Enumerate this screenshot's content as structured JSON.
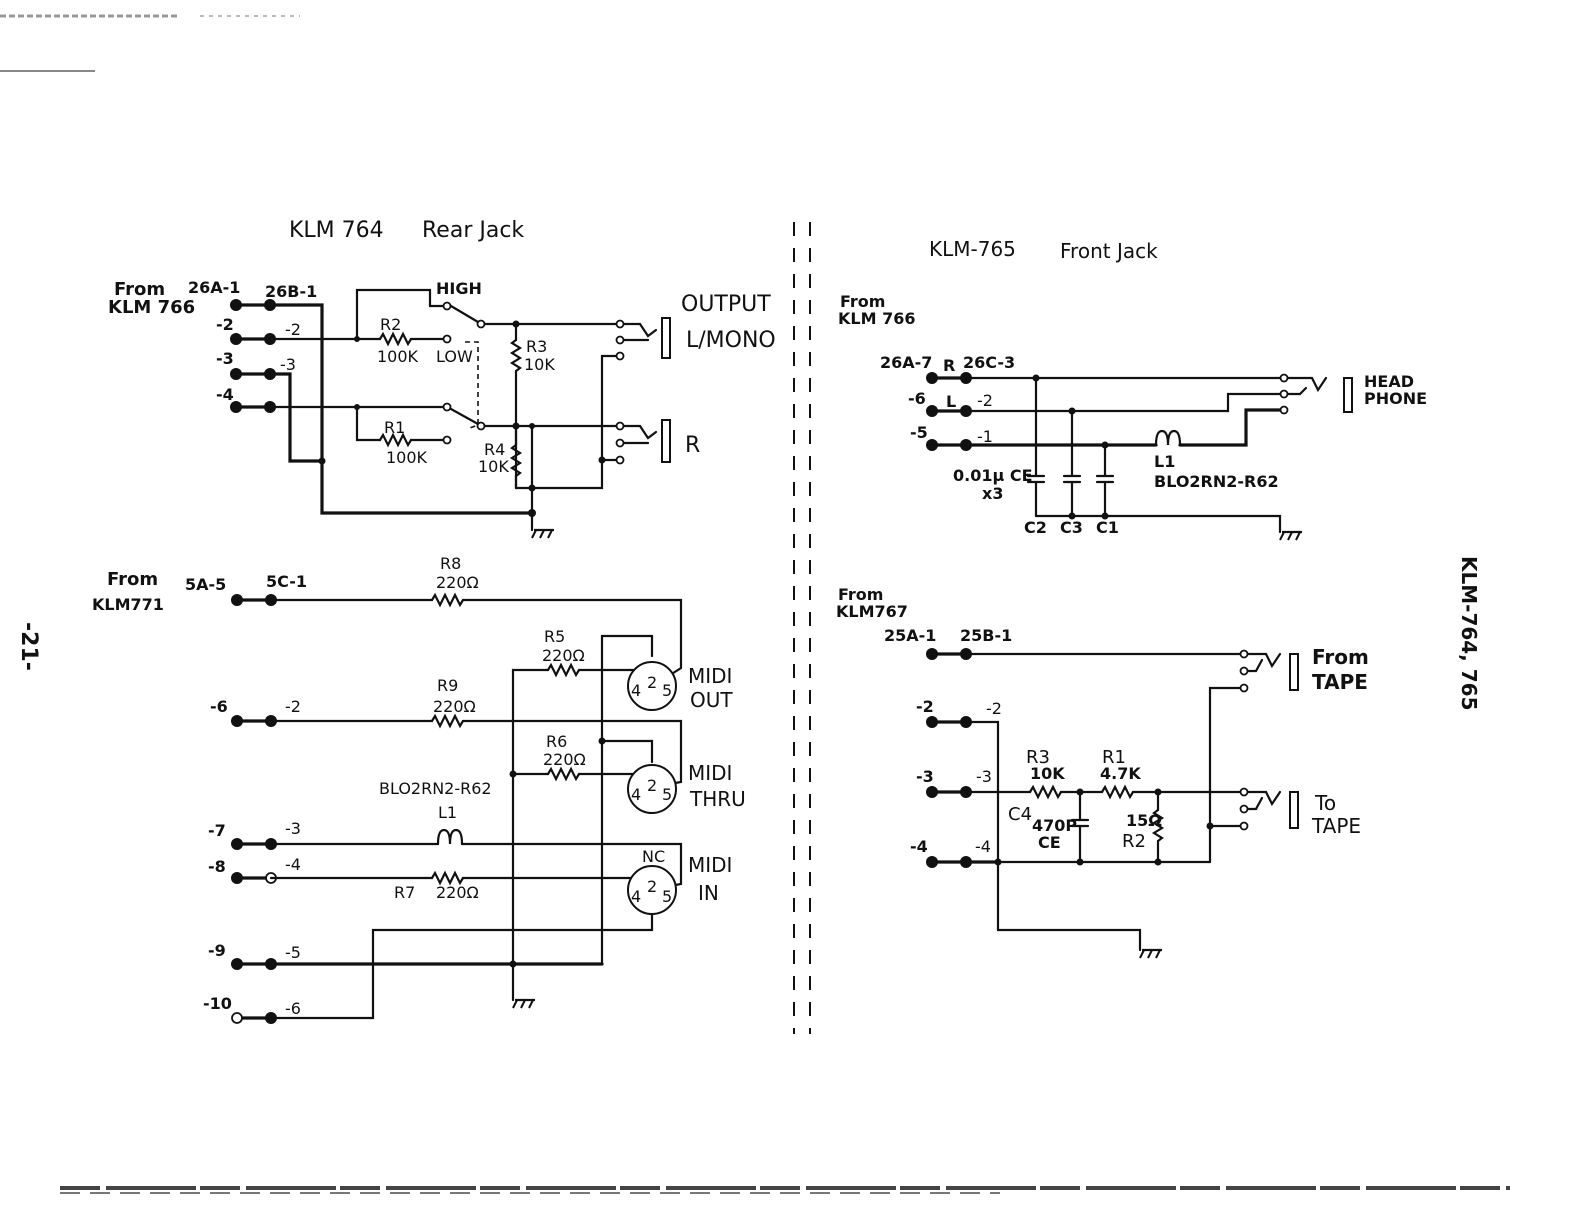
{
  "page_number": "-21-",
  "side_title": "KLM-764, 765",
  "rear": {
    "title_board": "KLM 764",
    "title_name": "Rear Jack",
    "from1": "From",
    "from1_src": "KLM 766",
    "c26a1": "26A-1",
    "c26b1": "26B-1",
    "pin_l2": "-2",
    "pin_r2": "-2",
    "pin_l3": "-3",
    "pin_r3": "-3",
    "pin_l4": "-4",
    "sw_high": "HIGH",
    "sw_low": "LOW",
    "r2": "R2",
    "r2_val": "100K",
    "r1": "R1",
    "r1_val": "100K",
    "r3": "R3",
    "r3_val": "10K",
    "r4": "R4",
    "r4_val": "10K",
    "output_label": "OUTPUT",
    "lmono_label": "L/MONO",
    "r_label": "R",
    "from2": "From",
    "from2_src": "KLM771",
    "c5a5": "5A-5",
    "c5c1": "5C-1",
    "r8": "R8",
    "r8_val": "220Ω",
    "r5": "R5",
    "r5_val": "220Ω",
    "r9": "R9",
    "r9_val": "220Ω",
    "r6": "R6",
    "r6_val": "220Ω",
    "r7": "R7",
    "r7_val": "220Ω",
    "l1_part": "BLO2RN2-R62",
    "l1": "L1",
    "pin_l6": "-6",
    "pin_r6a": "-2",
    "pin_l7": "-7",
    "pin_r7": "-3",
    "pin_l8": "-8",
    "pin_r8": "-4",
    "pin_l9": "-9",
    "pin_r9": "-5",
    "pin_l10": "-10",
    "pin_r10": "-6",
    "midi_out_1": "MIDI",
    "midi_out_2": "OUT",
    "midi_thru_1": "MIDI",
    "midi_thru_2": "THRU",
    "midi_in_1": "MIDI",
    "midi_in_2": "IN",
    "nc": "NC",
    "din_4": "4",
    "din_2": "2",
    "din_5": "5"
  },
  "front": {
    "title_board": "KLM-765",
    "title_name": "Front Jack",
    "from1": "From",
    "from1_src": "KLM 766",
    "c26a7": "26A-7",
    "r_mark": "R",
    "c26c3": "26C-3",
    "pin_l6": "-6",
    "l_mark": "L",
    "pin_r2": "-2",
    "pin_l5": "-5",
    "pin_r1": "-1",
    "cap_val": "0.01μ CE",
    "cap_mult": "x3",
    "c2": "C2",
    "c3": "C3",
    "c1": "C1",
    "l1": "L1",
    "l1_part": "BLO2RN2-R62",
    "head_1": "HEAD",
    "head_2": "PHONE",
    "from2": "From",
    "from2_src": "KLM767",
    "c25a1": "25A-1",
    "c25b1": "25B-1",
    "pin_l2": "-2",
    "pin_rr2": "-2",
    "pin_l3": "-3",
    "pin_rr3": "-3",
    "pin_l4": "-4",
    "pin_rr4": "-4",
    "r3": "R3",
    "r3_val": "10K",
    "r1": "R1",
    "r1_val": "4.7K",
    "c4": "C4",
    "c4_val": "470P",
    "c4_type": "CE",
    "r2_val": "15Ω",
    "r2": "R2",
    "from_tape_1": "From",
    "from_tape_2": "TAPE",
    "to_tape_1": "To",
    "to_tape_2": "TAPE"
  }
}
